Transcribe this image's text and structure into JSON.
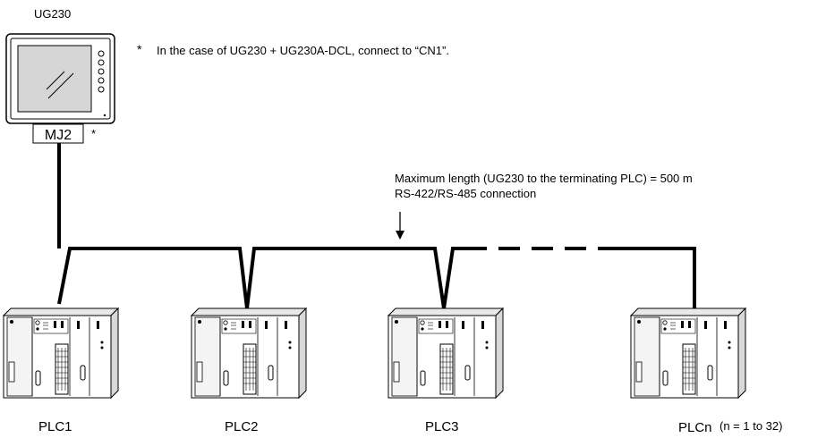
{
  "hmi": {
    "title": "UG230",
    "port_label": "MJ2",
    "port_marker": "*"
  },
  "note": {
    "marker": "*",
    "text": "In the case of UG230 + UG230A-DCL, connect to “CN1”."
  },
  "connection": {
    "line1": "Maximum length (UG230 to the terminating PLC) = 500 m",
    "line2": "RS-422/RS-485 connection"
  },
  "plcs": [
    {
      "label": "PLC1",
      "suffix": ""
    },
    {
      "label": "PLC2",
      "suffix": ""
    },
    {
      "label": "PLC3",
      "suffix": ""
    },
    {
      "label": "PLCn",
      "suffix": "(n = 1 to 32)"
    }
  ],
  "icons": {
    "hmi": "touch-panel-icon",
    "plc": "plc-rack-icon",
    "arrow": "arrow-down-icon"
  }
}
